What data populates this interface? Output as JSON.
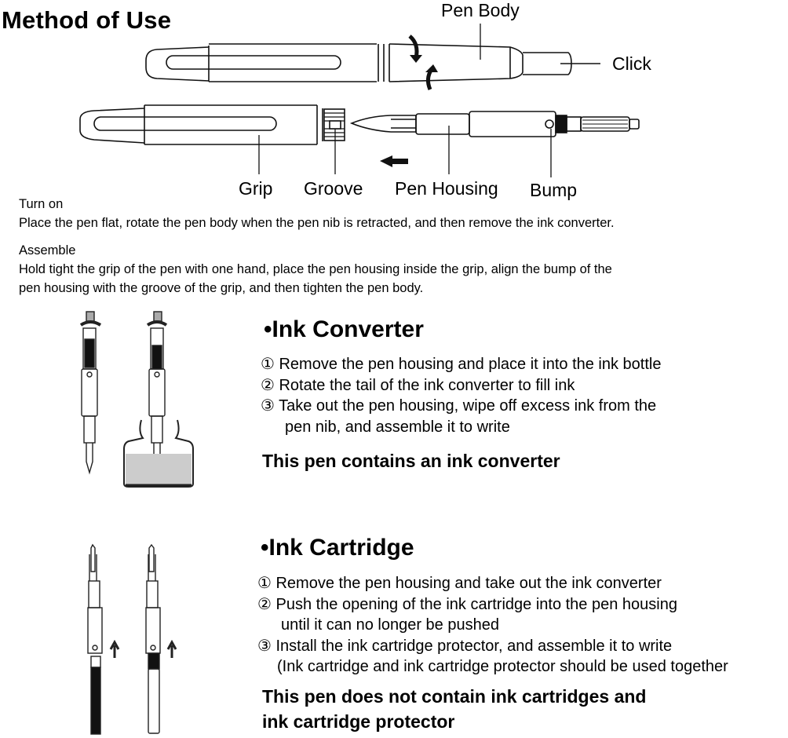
{
  "title": "Method of Use",
  "diagram_labels": {
    "pen_body": "Pen Body",
    "click": "Click",
    "grip": "Grip",
    "groove": "Groove",
    "pen_housing": "Pen Housing",
    "bump": "Bump"
  },
  "instructions": {
    "turn_on": {
      "heading": "Turn on",
      "text": "Place the pen flat, rotate the pen body when the pen nib is retracted, and then remove the ink converter."
    },
    "assemble": {
      "heading": "Assemble",
      "line1": "Hold tight the grip of the pen with one hand, place the pen housing inside the grip, align the bump of the",
      "line2": "pen housing with the groove of the grip, and then tighten the pen body."
    }
  },
  "ink_converter": {
    "heading": "•Ink Converter",
    "steps": [
      "① Remove the pen housing and place it into the ink bottle",
      "② Rotate the tail of the ink converter to fill ink",
      "③ Take out the pen housing, wipe off excess ink from the",
      "    pen nib, and assemble it to write"
    ],
    "note": "This pen contains an ink converter"
  },
  "ink_cartridge": {
    "heading": "•Ink Cartridge",
    "steps": [
      "① Remove the pen housing and take out the ink converter",
      "② Push the opening of the ink cartridge into the pen housing",
      "    until it can no longer be pushed",
      "③ Install the ink cartridge protector, and assemble it to write",
      "   (Ink cartridge and ink cartridge protector should be used together"
    ],
    "note_line1": "This pen does not contain ink cartridges and",
    "note_line2": "ink cartridge protector"
  }
}
